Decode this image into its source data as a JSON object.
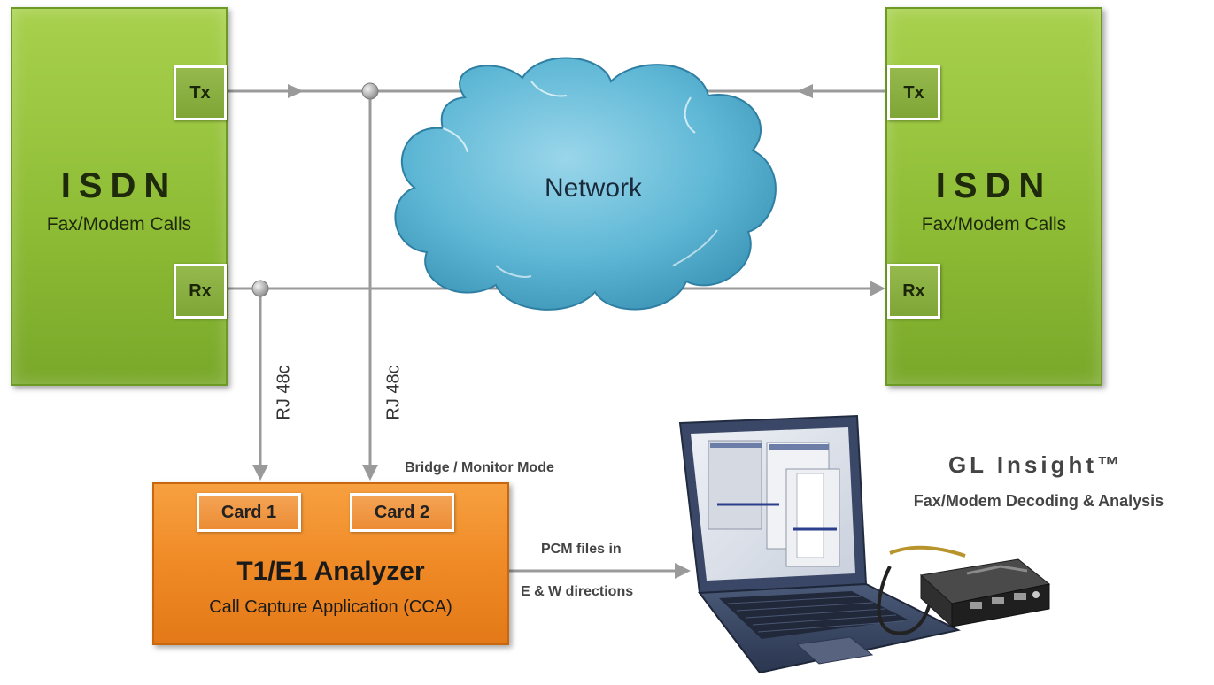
{
  "left_endpoint": {
    "title": "ISDN",
    "subtitle": "Fax/Modem Calls",
    "tx_label": "Tx",
    "rx_label": "Rx"
  },
  "right_endpoint": {
    "title": "ISDN",
    "subtitle": "Fax/Modem Calls",
    "tx_label": "Tx",
    "rx_label": "Rx"
  },
  "network": {
    "label": "Network"
  },
  "taps": {
    "rx_tap_label": "RJ 48c",
    "tx_tap_label": "RJ 48c"
  },
  "analyzer": {
    "card1": "Card 1",
    "card2": "Card 2",
    "title": "T1/E1 Analyzer",
    "subtitle": "Call Capture Application (CCA)",
    "mode_label": "Bridge / Monitor Mode"
  },
  "output": {
    "line1": "PCM files in",
    "line2": "E & W directions"
  },
  "product": {
    "title": "GL Insight™",
    "subtitle": "Fax/Modem Decoding & Analysis"
  },
  "colors": {
    "isdn_green": "#8fbd36",
    "analyzer_orange": "#ef8a26",
    "cloud_blue": "#5fb8d6",
    "connector_gray": "#9a9a9a"
  }
}
